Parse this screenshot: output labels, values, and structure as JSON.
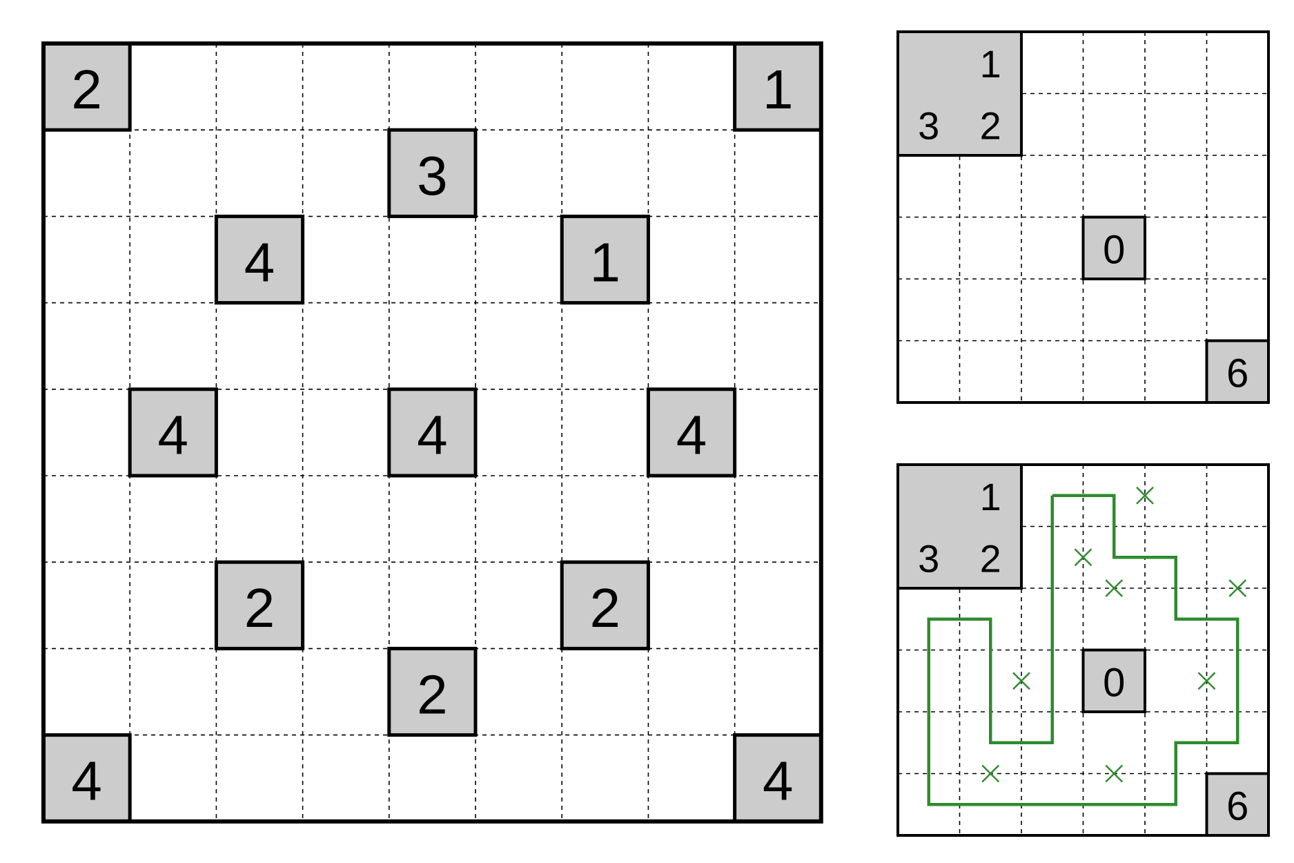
{
  "colors": {
    "background": "#ffffff",
    "grid_line": "#000000",
    "clue_fill": "#cccccc",
    "solution": "#2e8b2e"
  },
  "main_puzzle": {
    "rows": 9,
    "cols": 9,
    "clues": [
      {
        "row": 0,
        "col": 0,
        "value": "2"
      },
      {
        "row": 0,
        "col": 8,
        "value": "1"
      },
      {
        "row": 1,
        "col": 4,
        "value": "3"
      },
      {
        "row": 2,
        "col": 2,
        "value": "4"
      },
      {
        "row": 2,
        "col": 6,
        "value": "1"
      },
      {
        "row": 4,
        "col": 1,
        "value": "4"
      },
      {
        "row": 4,
        "col": 4,
        "value": "4"
      },
      {
        "row": 4,
        "col": 7,
        "value": "4"
      },
      {
        "row": 6,
        "col": 2,
        "value": "2"
      },
      {
        "row": 6,
        "col": 6,
        "value": "2"
      },
      {
        "row": 7,
        "col": 4,
        "value": "2"
      },
      {
        "row": 8,
        "col": 0,
        "value": "4"
      },
      {
        "row": 8,
        "col": 8,
        "value": "4"
      }
    ]
  },
  "example_puzzle": {
    "rows": 6,
    "cols": 6,
    "block_clue": {
      "row": 0,
      "col": 0,
      "rowspan": 2,
      "colspan": 2,
      "values": [
        "1",
        "3",
        "2"
      ]
    },
    "clues": [
      {
        "row": 3,
        "col": 3,
        "value": "0"
      },
      {
        "row": 5,
        "col": 5,
        "value": "6"
      }
    ]
  },
  "example_solution": {
    "loop": [
      [
        2.5,
        0.5
      ],
      [
        3.5,
        0.5
      ],
      [
        3.5,
        1.5
      ],
      [
        4.5,
        1.5
      ],
      [
        4.5,
        2.5
      ],
      [
        5.5,
        2.5
      ],
      [
        5.5,
        4.5
      ],
      [
        4.5,
        4.5
      ],
      [
        4.5,
        5.5
      ],
      [
        0.5,
        5.5
      ],
      [
        0.5,
        2.5
      ],
      [
        1.5,
        2.5
      ],
      [
        1.5,
        4.5
      ],
      [
        2.5,
        4.5
      ],
      [
        2.5,
        0.5
      ]
    ],
    "crosses": [
      [
        4,
        0.5
      ],
      [
        3,
        1.5
      ],
      [
        3.5,
        2
      ],
      [
        5.5,
        2
      ],
      [
        2,
        3.5
      ],
      [
        5,
        3.5
      ],
      [
        1.5,
        5
      ],
      [
        3.5,
        5
      ]
    ]
  }
}
